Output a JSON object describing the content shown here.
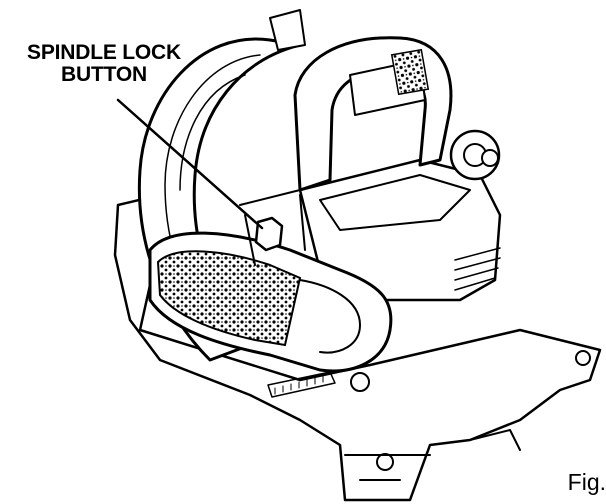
{
  "callouts": [
    {
      "line1": "SPINDLE LOCK",
      "line2": "BUTTON"
    }
  ],
  "figure_label": "Fig.",
  "colors": {
    "ink": "#000000",
    "paper": "#ffffff"
  }
}
